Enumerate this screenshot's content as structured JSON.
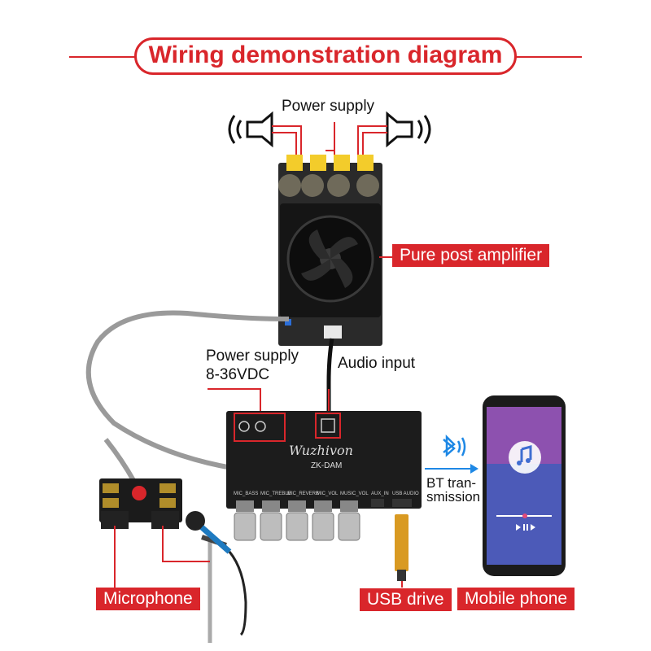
{
  "title": "Wiring demonstration diagram",
  "labels": {
    "power_supply_top": "Power supply",
    "power_supply_left_line1": "Power supply",
    "power_supply_left_line2": "8-36VDC",
    "audio_input": "Audio input",
    "bt_line1": "BT tran-",
    "bt_line2": "smission"
  },
  "callouts": {
    "amplifier": "Pure post amplifier",
    "microphone": "Microphone",
    "usb_drive": "USB drive",
    "mobile_phone": "Mobile phone"
  },
  "board": {
    "brand": "Wuzhivon",
    "model": "ZK-DAM",
    "knobs": [
      "MIC_BASS",
      "MIC_TREBLE",
      "MIC_REVERB",
      "MIC_VOL",
      "MUSIC_VOL",
      "AUX_IN",
      "USB AUDIO"
    ]
  },
  "colors": {
    "accent": "#d9262b",
    "board": "#1c1c1c",
    "bluetooth": "#1e88e5"
  },
  "icons": [
    "speaker-left-icon",
    "speaker-right-icon",
    "bluetooth-icon",
    "music-note-icon",
    "fan-icon"
  ]
}
